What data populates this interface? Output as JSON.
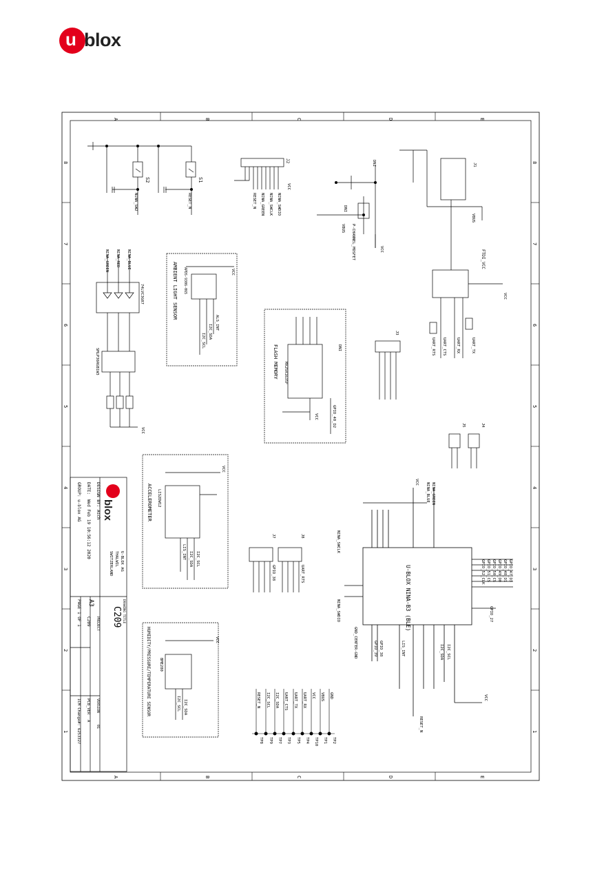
{
  "logo": {
    "text": "blox",
    "mark": "u",
    "accent": "#e3001b"
  },
  "sheet": {
    "col_letters": [
      "A",
      "B",
      "C",
      "D",
      "E"
    ],
    "row_numbers": [
      "8",
      "7",
      "6",
      "5",
      "4",
      "3",
      "2",
      "1"
    ]
  },
  "blocks": {
    "ambient": "AMBIENT LIGHT SENSOR",
    "ambient_part": "APDS-9306-065",
    "flash": "FLASH MEMORY",
    "flash_part": "MX25R1635F",
    "accel": "ACCELEROMETER",
    "accel_part": "LIS2DW12",
    "temp": "HUMIDITY/PRESSURE/TEMPERATURE SENSOR",
    "temp_part": "BME280",
    "module": "U-BLOX NINA-B3 (BLE)",
    "ftdi": "FTDI_VCC",
    "pmos": "P-CHANNEL_MOSFET",
    "rgb": "SMLP36RGB1W3",
    "level_shift": "74LVC3G07"
  },
  "nets": {
    "vcc": "VCC",
    "reset": "RESET_N",
    "sw2": "NINA_SW2",
    "red": "NINA_RED",
    "green": "NINA_GREEN",
    "blue": "NINA_BLUE",
    "swclk": "NINA_SWCLK",
    "swdio": "NINA_SWDIO",
    "i2c_sda": "I2C_SDA",
    "i2c_scl": "I2C_SCL",
    "uart_tx": "UART_TX",
    "uart_rx": "UART_RX",
    "uart_cts": "UART_CTS",
    "uart_rts": "UART_RTS",
    "vbus": "VBUS",
    "gnd": "GND",
    "dni": "DNI",
    "gpio52": "GPIO_52_CLK",
    "gpio51": "GPIO_51_CS",
    "gpio50": "GPIO_50_CS",
    "gpio49": "GPIO_49_D0",
    "gpio48": "GPIO_48_D1",
    "gpio47": "GPIO_47_D3",
    "gpio27": "GPIO_27",
    "gpio38": "GPIO_38",
    "gpio39": "GPIO_39",
    "gpio40": "GPIO_40_D2",
    "als_int": "ALS_INT",
    "lis_int": "LIS_INT",
    "gnd_center": "GND_CENTER-GND"
  },
  "switches": [
    "S2",
    "S1"
  ],
  "testpoints": [
    "TP2",
    "TP1",
    "TP10",
    "TP4",
    "TP5",
    "TP3",
    "TP7",
    "TP9",
    "TP8"
  ],
  "testpoint_nets": [
    "GND",
    "VBUS",
    "VCC",
    "UART_RX",
    "UART_TX",
    "UART_CTS",
    "I2C_SDA",
    "I2C_SCL",
    "RESET_N"
  ],
  "connectors": {
    "j2": "J2",
    "j1": "J1",
    "j3": "J3",
    "j4": "J4",
    "j5": "J5",
    "j7": "J7",
    "j8": "J8"
  },
  "title_block": {
    "company": "U-BLOX AG",
    "city": "THALWIL",
    "country": "SWITZERLAND",
    "drawing_title_label": "DRAWING TITLE",
    "drawing_title": "C209",
    "project_label": "PROJECT",
    "project": "C209",
    "size": "A3",
    "version_label": "VERSION",
    "version": "01",
    "pcb_label": "PCB_VER",
    "pcb": "A",
    "design_by_label": "DESIGN BY:",
    "design_by": "Asch",
    "date_label": "DATE:",
    "date": "Wed Feb 19 10:56:12 2020",
    "group_label": "GROUP:",
    "group": "u-blox AG",
    "page": "PAGE 1 OF 1",
    "icm": "ICM Change#: 6253327"
  }
}
